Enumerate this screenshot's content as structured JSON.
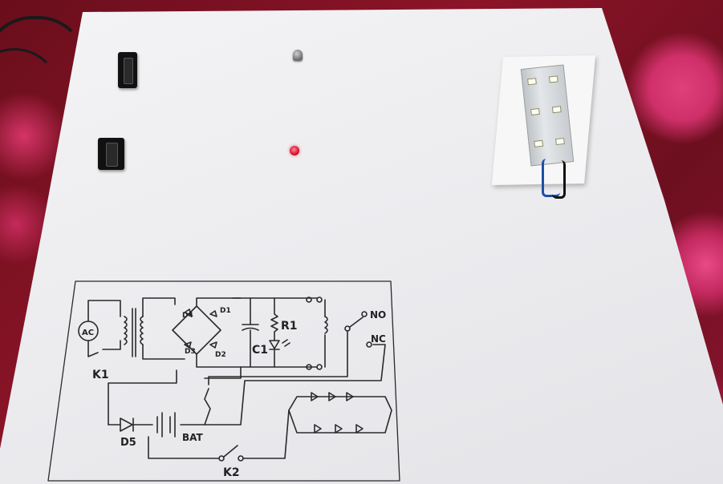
{
  "scene": {
    "description_free": true
  },
  "schematic": {
    "labels": {
      "ac": "AC",
      "k1": "K1",
      "k2": "K2",
      "r1": "R1",
      "c1": "C1",
      "d1": "D1",
      "d2": "D2",
      "d3": "D3",
      "d4": "D4",
      "d5": "D5",
      "bat": "BAT",
      "no": "NO",
      "nc": "NC"
    }
  },
  "colors": {
    "board": "#eeeef1",
    "fabric": "#7a1020",
    "ink": "#222222",
    "led_red": "#d3122e"
  }
}
